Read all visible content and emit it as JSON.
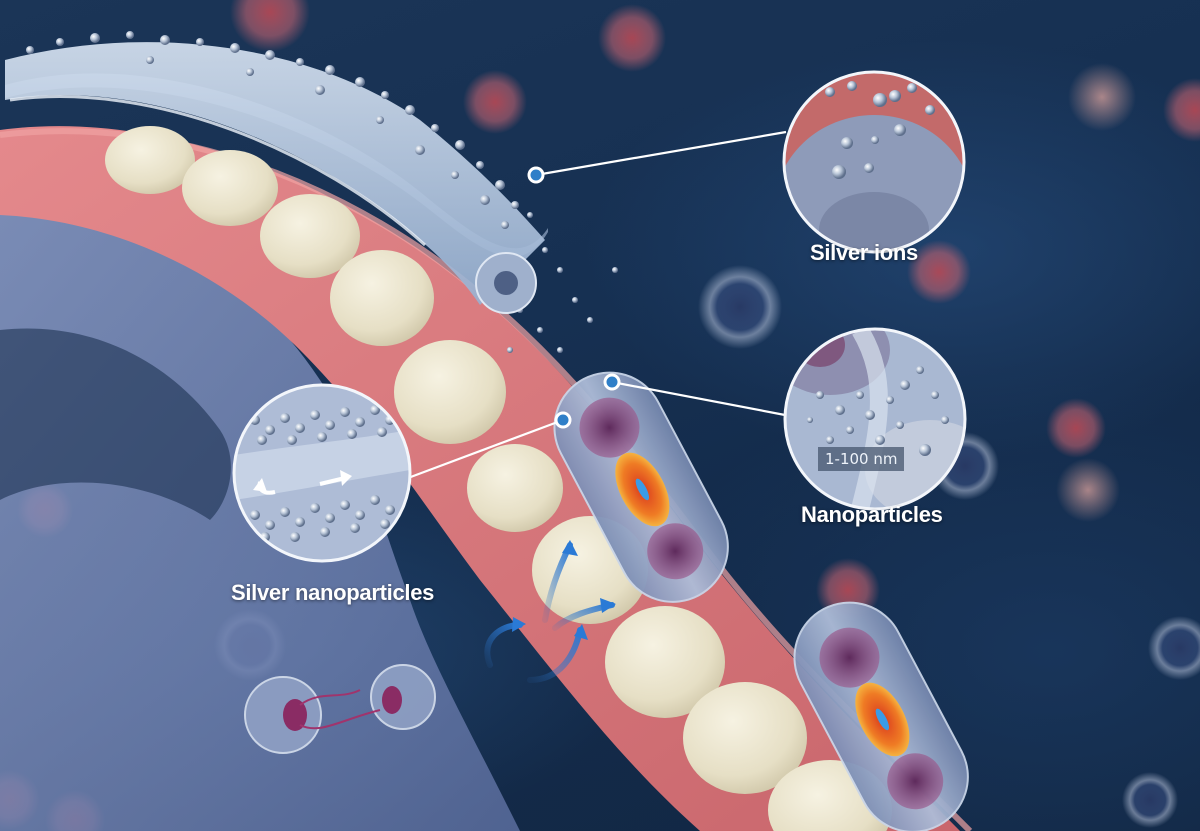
{
  "illustration": {
    "subject": "Silver nanoparticle antibacterial action on teeth and gums",
    "colors": {
      "background": "#163052",
      "gum": "#d4767a",
      "tooth": "#e9e3cc",
      "strip": "#b9cbe2",
      "callout_dot": "#2f7fc8",
      "callout_line": "#ffffff",
      "bacteria_body": "#8fa6c6",
      "bacteria_core": "#e8782a"
    }
  },
  "callouts": [
    {
      "id": "silver-ions",
      "label": "Silver ions",
      "icon": "cell-surface-magnified-icon"
    },
    {
      "id": "nanoparticles",
      "label": "Nanoparticles",
      "scale": "1-100 nm",
      "icon": "particles-magnified-icon"
    },
    {
      "id": "silver-nanoparticles",
      "label": "Silver nanoparticles",
      "icon": "particle-layer-magnified-icon"
    }
  ]
}
